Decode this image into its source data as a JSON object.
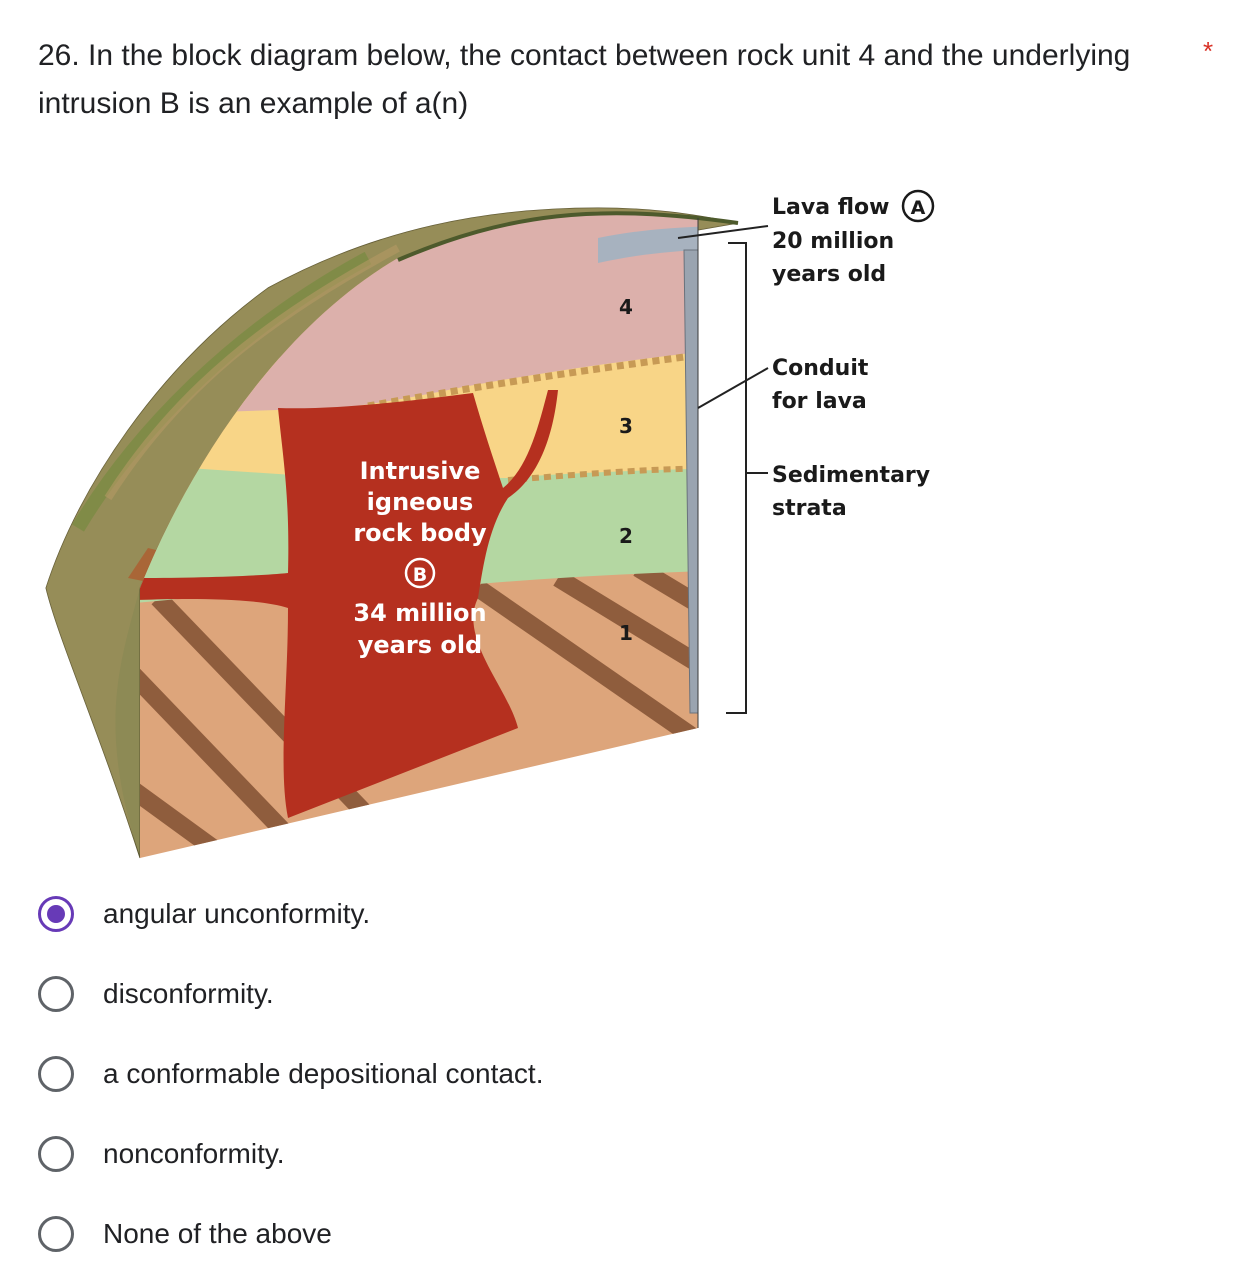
{
  "question": {
    "text": "26. In the block diagram below, the contact between rock unit 4 and the underlying intrusion B is an example of a(n)",
    "required_mark": "*"
  },
  "diagram": {
    "lava_flow_label": "Lava flow",
    "lava_flow_marker": "A",
    "lava_flow_age_line1": "20 million",
    "lava_flow_age_line2": "years old",
    "conduit_line1": "Conduit",
    "conduit_line2": "for lava",
    "sedimentary_line1": "Sedimentary",
    "sedimentary_line2": "strata",
    "intrusion_line1": "Intrusive",
    "intrusion_line2": "igneous",
    "intrusion_line3": "rock body",
    "intrusion_marker": "B",
    "intrusion_age_line1": "34 million",
    "intrusion_age_line2": "years old",
    "unit_labels": [
      "1",
      "2",
      "3",
      "4"
    ],
    "colors": {
      "intrusion": "#b5301f",
      "unit4": "#dcb0ab",
      "unit3": "#f8d587",
      "unit2": "#b4d7a2",
      "unit1_light": "#dda57b",
      "unit1_dark": "#8f5d3d",
      "conduit": "#9aa4b0"
    }
  },
  "options": [
    {
      "label": "angular unconformity.",
      "selected": true
    },
    {
      "label": "disconformity.",
      "selected": false
    },
    {
      "label": "a conformable depositional contact.",
      "selected": false
    },
    {
      "label": "nonconformity.",
      "selected": false
    },
    {
      "label": "None of the above",
      "selected": false
    }
  ]
}
